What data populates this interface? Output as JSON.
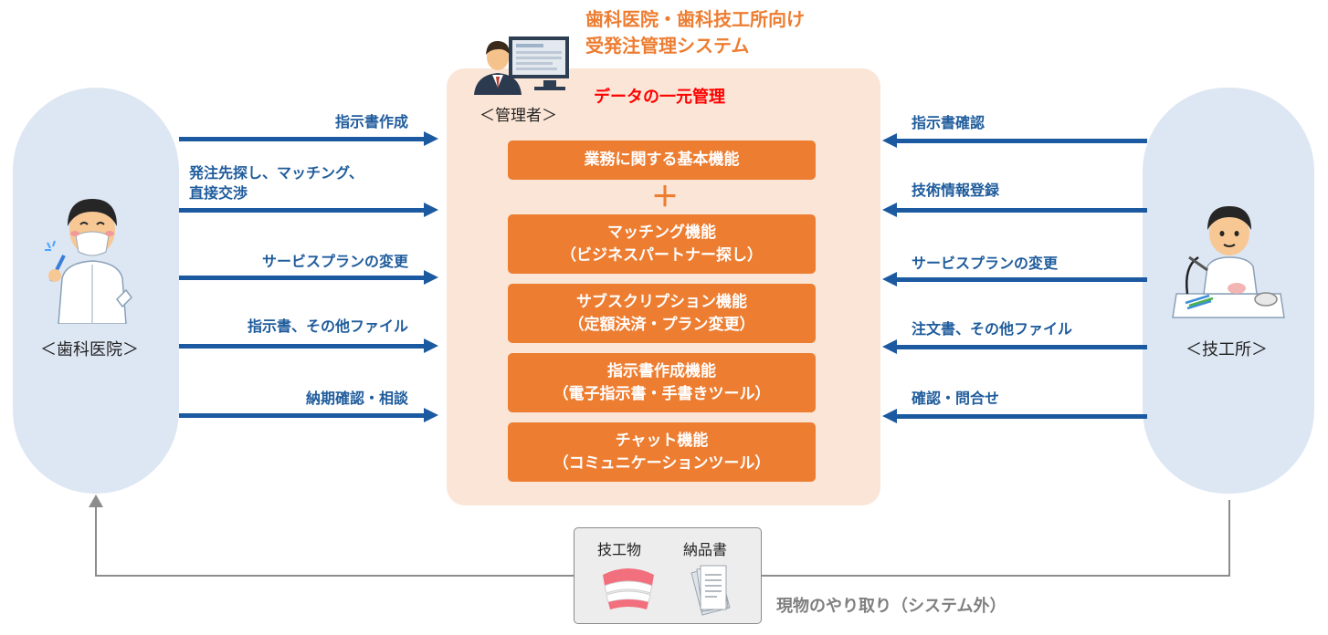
{
  "system_title_line1": "歯科医院・歯科技工所向け",
  "system_title_line2": "受発注管理システム",
  "admin_label": "＜管理者＞",
  "data_title": "データの一元管理",
  "plus_sign": "＋",
  "features": [
    {
      "line1": "業務に関する基本機能",
      "line2": ""
    },
    {
      "line1": "マッチング機能",
      "line2": "（ビジネスパートナー探し）"
    },
    {
      "line1": "サブスクリプション機能",
      "line2": "（定額決済・プラン変更）"
    },
    {
      "line1": "指示書作成機能",
      "line2": "（電子指示書・手書きツール）"
    },
    {
      "line1": "チャット機能",
      "line2": "（コミュニケーションツール）"
    }
  ],
  "clinic": {
    "label": "＜歯科医院＞",
    "flows": [
      {
        "line1": "指示書作成",
        "line2": ""
      },
      {
        "line1": "発注先探し、マッチング、",
        "line2": "直接交渉"
      },
      {
        "line1": "サービスプランの変更",
        "line2": ""
      },
      {
        "line1": "指示書、その他ファイル",
        "line2": ""
      },
      {
        "line1": "納期確認・相談",
        "line2": ""
      }
    ]
  },
  "lab": {
    "label": "＜技工所＞",
    "flows": [
      {
        "line1": "指示書確認"
      },
      {
        "line1": "技術情報登録"
      },
      {
        "line1": "サービスプランの変更"
      },
      {
        "line1": "注文書、その他ファイル"
      },
      {
        "line1": "確認・問合せ"
      }
    ]
  },
  "goods": {
    "item1": "技工物",
    "item2": "納品書",
    "exchange_label": "現物のやり取り（システム外）"
  },
  "colors": {
    "orange": "#ed7d31",
    "light_orange": "#fbe5d6",
    "blue_arrow": "#1b5aa0",
    "blue_text": "#1f5c9c",
    "pill_blue": "#dde6f3",
    "red": "#ff0000"
  }
}
